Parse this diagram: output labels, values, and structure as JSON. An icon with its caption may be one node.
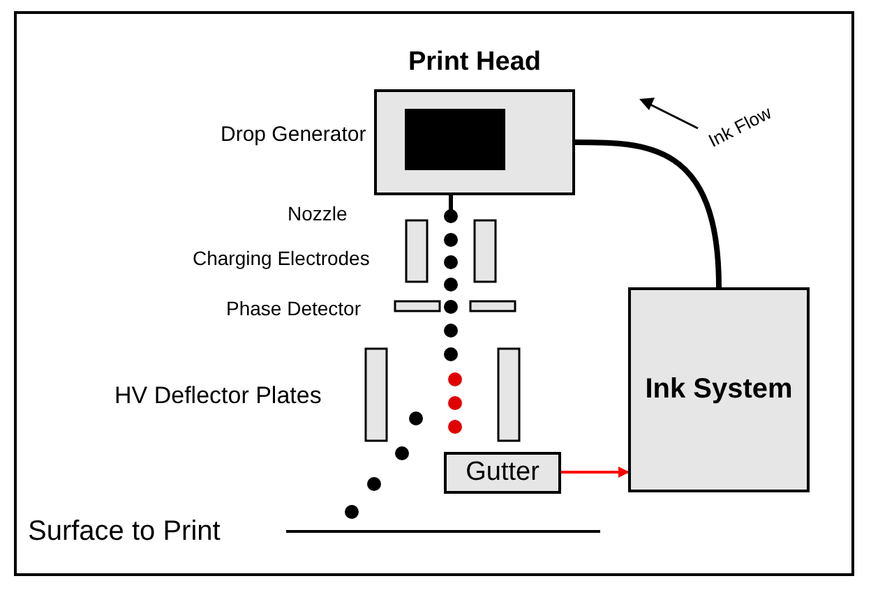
{
  "diagram": {
    "nodes": [
      {
        "text": [
          "Print Head"
        ]
      },
      {
        "text": [],
        "shape": "box",
        "in": 0,
        "beside": [
          "Drop Generator"
        ]
      },
      {
        "text": [
          "Ink System"
        ]
      },
      {
        "text": [
          "Gutter"
        ]
      }
    ],
    "edges": [
      {
        "from": 2,
        "to": 0,
        "arrow": "none",
        "label": "Ink Flow",
        "style": "thick"
      },
      {
        "from": 3,
        "to": 2,
        "arrow": "to",
        "color": "#ff0000"
      }
    ],
    "labels": [
      "Nozzle",
      "Charging Electrodes",
      "Phase Detector",
      "HV Deflector Plates",
      "Surface to Print"
    ]
  }
}
